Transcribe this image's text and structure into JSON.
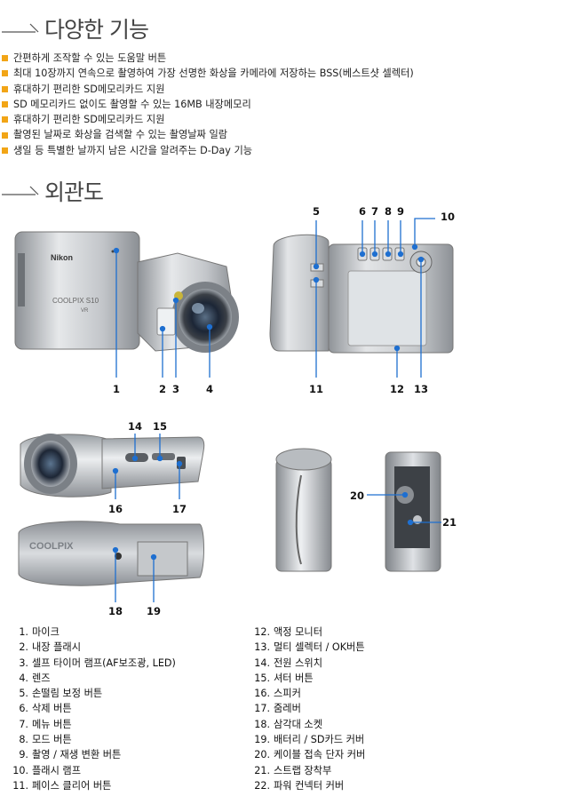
{
  "sections": {
    "features_title": "다양한 기능",
    "exterior_title": "외관도"
  },
  "features": [
    "간편하게 조작할 수 있는 도움말 버튼",
    "최대 10장까지 연속으로 촬영하여 가장 선명한 화상을 카메라에 저장하는 BSS(베스트샷 셀렉터)",
    "휴대하기 편리한 SD메모리카드 지원",
    "SD 메모리카드 없이도 촬영할 수 있는 16MB 내장메모리",
    "휴대하기 편리한 SD메모리카드 지원",
    "촬영된 날짜로 화상을 검색할 수 있는 촬영날짜 일람",
    "생일 등 특별한 날까지 남은 시간을 알려주는 D-Day 기능"
  ],
  "camera": {
    "brand": "Nikon",
    "model": "COOLPIX S10",
    "vr": "VR",
    "bottom_brand": "COOLPIX"
  },
  "callouts": [
    "1",
    "2",
    "3",
    "4",
    "5",
    "6",
    "7",
    "8",
    "9",
    "10",
    "11",
    "12",
    "13",
    "14",
    "15",
    "16",
    "17",
    "18",
    "19",
    "20",
    "21"
  ],
  "legend_left": [
    {
      "num": "1.",
      "label": "마이크"
    },
    {
      "num": "2.",
      "label": "내장 플래시"
    },
    {
      "num": "3.",
      "label": "셀프 타이머 램프(AF보조광, LED)"
    },
    {
      "num": "4.",
      "label": "렌즈"
    },
    {
      "num": "5.",
      "label": "손떨림 보정 버튼"
    },
    {
      "num": "6.",
      "label": "삭제 버튼"
    },
    {
      "num": "7.",
      "label": "메뉴 버튼"
    },
    {
      "num": "8.",
      "label": "모드 버튼"
    },
    {
      "num": "9.",
      "label": "촬영 / 재생 변환 버튼"
    },
    {
      "num": "10.",
      "label": "플래시 램프"
    },
    {
      "num": "11.",
      "label": "페이스 클리어 버튼"
    }
  ],
  "legend_right": [
    {
      "num": "12.",
      "label": "액정 모니터"
    },
    {
      "num": "13.",
      "label": "멀티 셀렉터 / OK버튼"
    },
    {
      "num": "14.",
      "label": "전원 스위치"
    },
    {
      "num": "15.",
      "label": "셔터 버튼"
    },
    {
      "num": "16.",
      "label": "스피커"
    },
    {
      "num": "17.",
      "label": "줌레버"
    },
    {
      "num": "18.",
      "label": "삼각대 소켓"
    },
    {
      "num": "19.",
      "label": "배터리 / SD카드 커버"
    },
    {
      "num": "20.",
      "label": "케이블 접속 단자 커버"
    },
    {
      "num": "21.",
      "label": "스트랩 장착부"
    },
    {
      "num": "22.",
      "label": "파워 컨넥터 커버"
    }
  ],
  "colors": {
    "bullet": "#f2a516",
    "callout_line": "#1e6fd0",
    "metal": "#c9ccd0"
  }
}
